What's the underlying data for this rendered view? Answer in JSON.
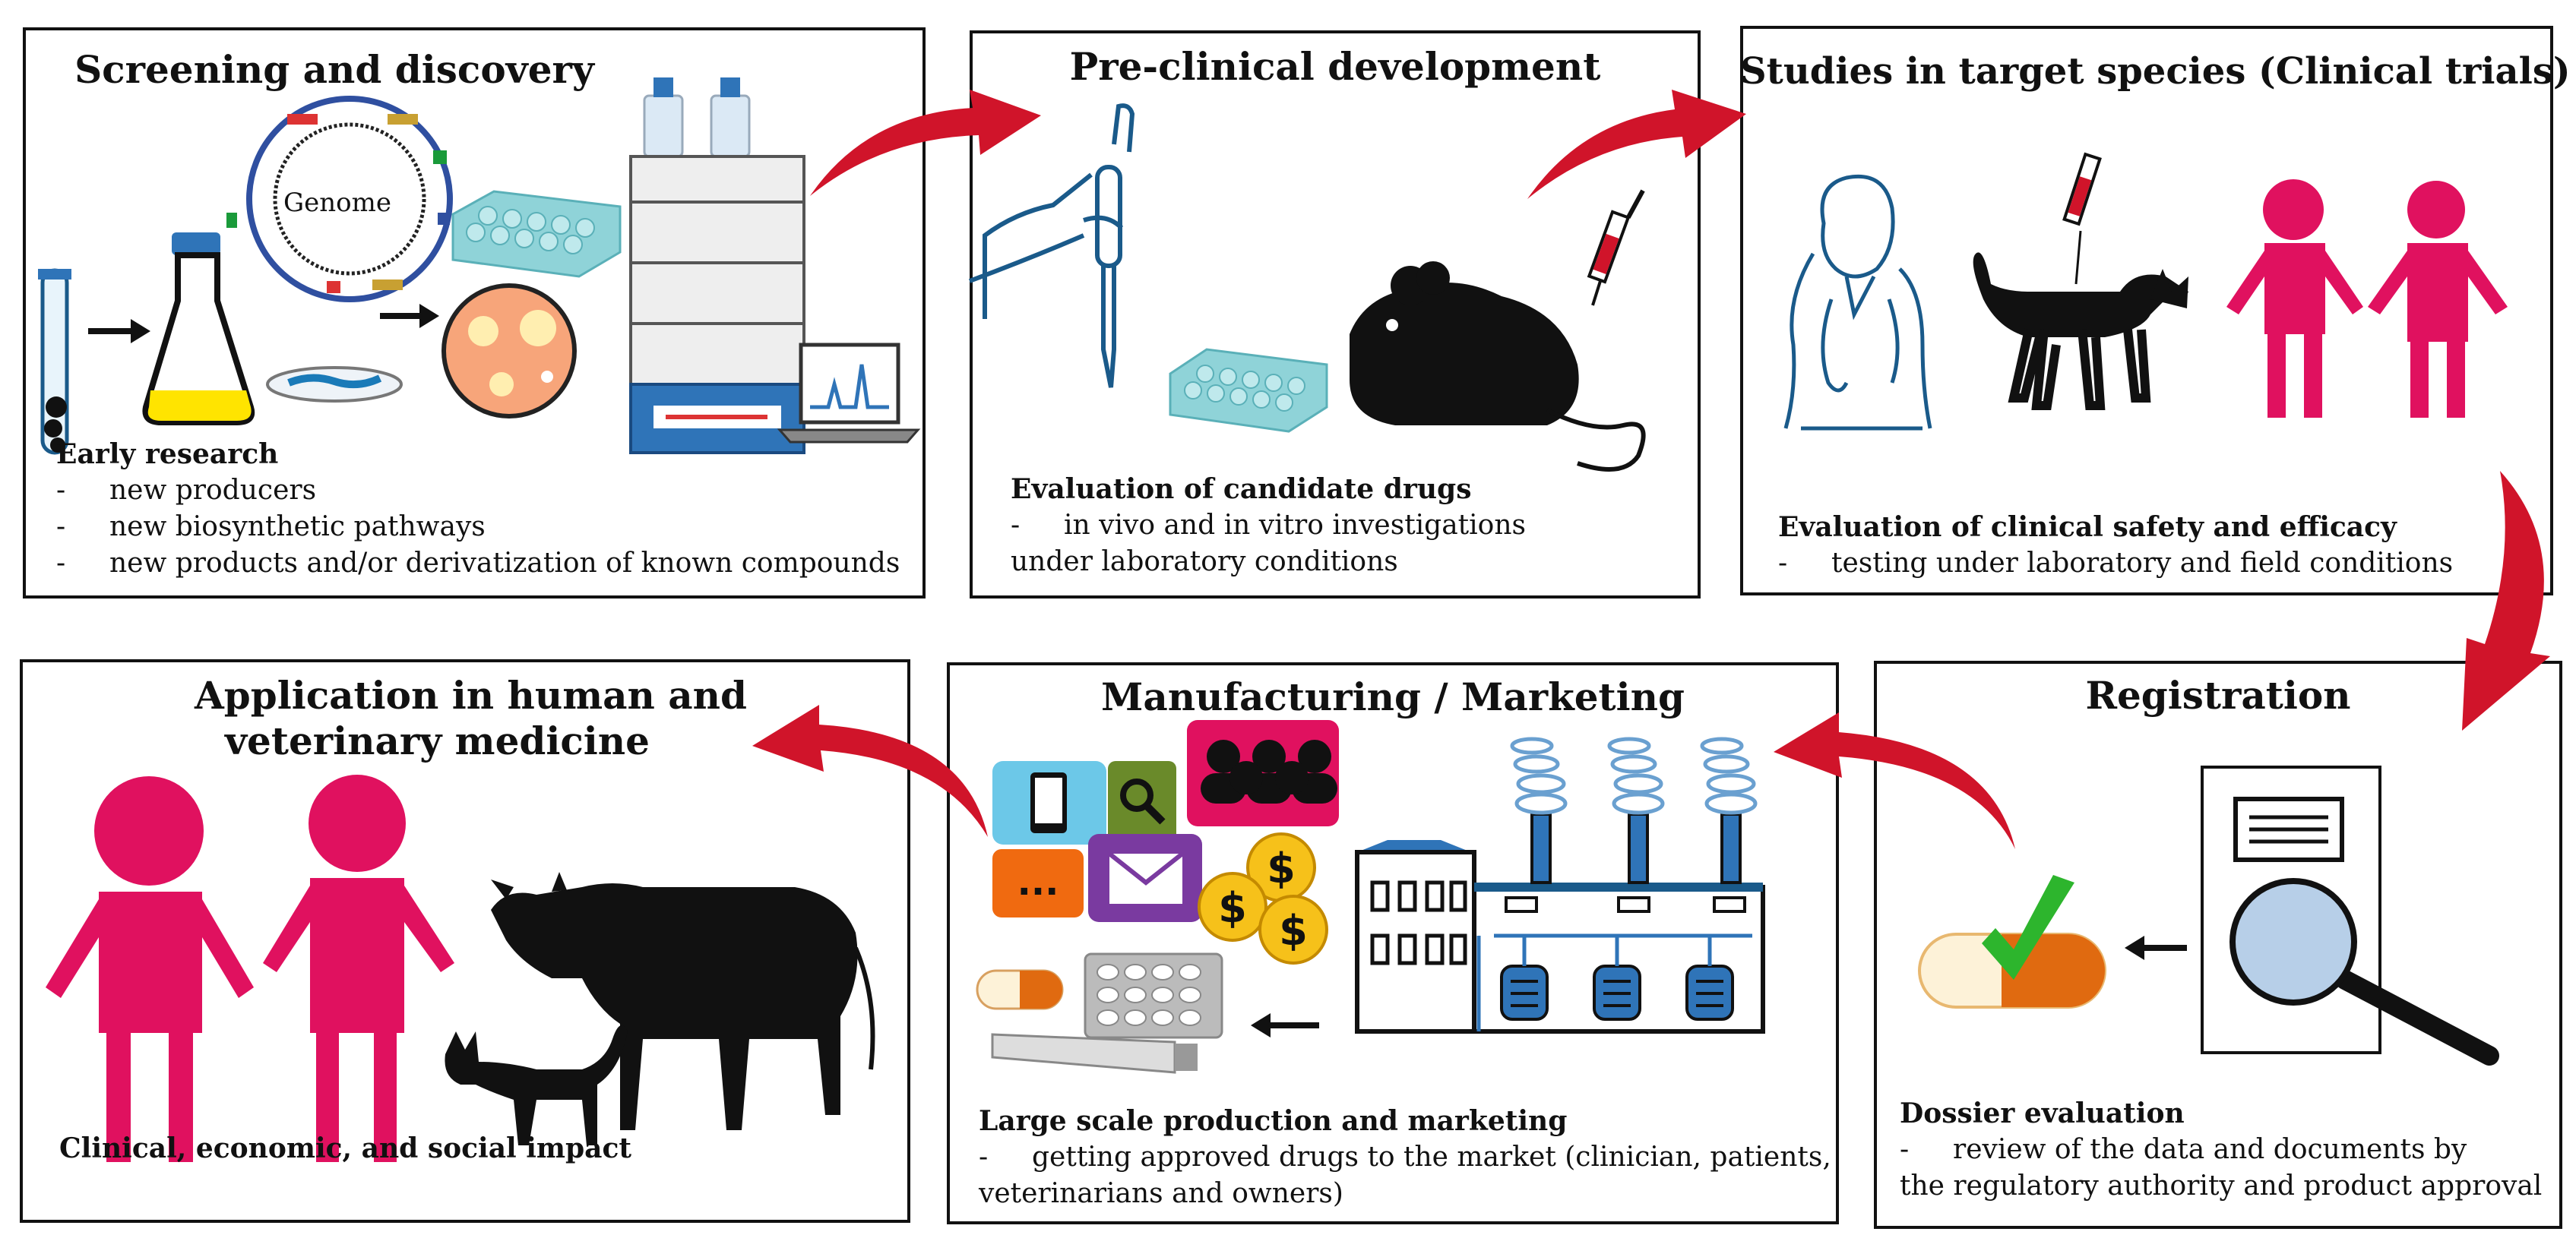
{
  "panels": {
    "screening": {
      "title": "Screening and discovery",
      "genome_label": "Genome",
      "heading": "Early research",
      "bullets": [
        "-",
        "new producers",
        "new biosynthetic pathways",
        "new products and/or derivatization of known compounds"
      ]
    },
    "preclinical": {
      "title": "Pre-clinical development",
      "heading": "Evaluation of candidate drugs",
      "line1": "in vivo and in vitro investigations",
      "line2": "under laboratory conditions"
    },
    "clinical": {
      "title": "Studies in target species (Clinical trials)",
      "heading": "Evaluation of clinical safety and efficacy",
      "line1": "testing under laboratory and field conditions"
    },
    "registration": {
      "title": "Registration",
      "heading": "Dossier evaluation",
      "line1": "review  of the data and documents by",
      "line2": "the regulatory authority and product approval"
    },
    "manufacturing": {
      "title": "Manufacturing / Marketing",
      "heading": "Large scale production and marketing",
      "line1": "getting approved drugs to the market (clinician, patients,",
      "line2": "veterinarians and owners)",
      "dots": "...",
      "dollar": "$"
    },
    "application": {
      "title_line1": "Application in human and",
      "title_line2": "veterinary medicine",
      "heading": "Clinical, economic, and social impact"
    }
  },
  "colors": {
    "arrow_red": "#d0142a",
    "person_pink": "#e0115f",
    "line_blue": "#1a5a8a",
    "well_teal": "#8fd3d8",
    "yellow": "#ffe400",
    "petri_orange": "#f7a57a",
    "capsule_orange": "#e06a10",
    "check_green": "#2db52d",
    "lens_blue": "#b7cfe8",
    "gold": "#f6c11a"
  }
}
